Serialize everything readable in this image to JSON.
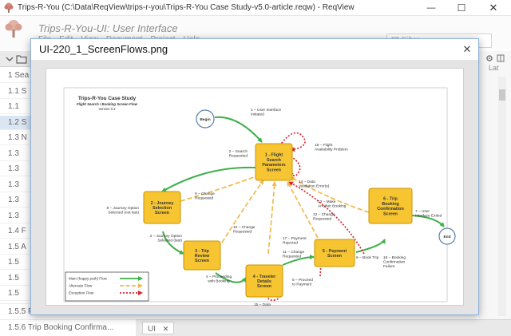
{
  "window": {
    "title": "Trips-R-You (C:\\Data\\ReqView\\trips-r-you\\Trips-R-You Case Study-v5.0-article.reqw) - ReqView",
    "minimize": "—",
    "maximize": "☐",
    "close": "✕"
  },
  "background": {
    "project_title": "Trips-R-You-UI: User Interface",
    "menu": [
      "File",
      "Edit",
      "View",
      "Document",
      "Project",
      "Help"
    ],
    "search_placeholder": "Filter",
    "list_rows": [
      "1 Sea",
      "1.1 S",
      "1.1",
      "1.2 S",
      "1.3 N",
      "1.3",
      "1.3",
      "1.3",
      "1.3",
      "1.3",
      "1.4 F",
      "1.5 A",
      "1.5",
      "1.5",
      "1.5"
    ],
    "bottom_rows": [
      "1.5.5 Payment",
      "1.5.6 Trip Booking Confirma..."
    ],
    "tab_label": "UI",
    "tab_close": "✕",
    "right_label": "Lat"
  },
  "dialog": {
    "title": "UI-220_1_ScreenFlows.png",
    "close": "✕"
  },
  "diagram": {
    "title": "Trips-R-You Case Study",
    "subtitle": "Flight Search / Booking Screen Flow",
    "version": "Version 0.3",
    "begin": "Begin",
    "end": "End",
    "screens": [
      {
        "id": "s1",
        "lines": [
          "1 - Flight",
          "Search",
          "Parameters",
          "Screen"
        ]
      },
      {
        "id": "s2",
        "lines": [
          "2 - Journey",
          "Selection",
          "Screen"
        ]
      },
      {
        "id": "s3",
        "lines": [
          "3 - Trip",
          "Review",
          "Screen"
        ]
      },
      {
        "id": "s4",
        "lines": [
          "4 - Traveler",
          "Details",
          "Screen"
        ]
      },
      {
        "id": "s5",
        "lines": [
          "5 - Payment",
          "Screen"
        ]
      },
      {
        "id": "s6",
        "lines": [
          "6 - Trip",
          "Booking",
          "Confirmation",
          "Screen"
        ]
      }
    ],
    "labels": [
      {
        "id": "l1",
        "lines": [
          "1 – User Interface",
          "Initiated"
        ]
      },
      {
        "id": "l2",
        "lines": [
          "2 – Search",
          "Requested"
        ]
      },
      {
        "id": "l3",
        "lines": [
          "3 – Journey Option",
          "Selected (last)"
        ]
      },
      {
        "id": "l4",
        "lines": [
          "4 – Proceeding",
          "with Booking"
        ]
      },
      {
        "id": "l5",
        "lines": [
          "5 – Proceed",
          "to Payment"
        ]
      },
      {
        "id": "l6",
        "lines": [
          "6 – Book Trip"
        ]
      },
      {
        "id": "l7",
        "lines": [
          "7 – User",
          "Interface Exited"
        ]
      },
      {
        "id": "l8",
        "lines": [
          "8 – Journey Option",
          "Selected (not last)"
        ]
      },
      {
        "id": "l9",
        "lines": [
          "9 – Change",
          "Requested"
        ]
      },
      {
        "id": "l10",
        "lines": [
          "10 – Change",
          "Requested"
        ]
      },
      {
        "id": "l11",
        "lines": [
          "11 – Change",
          "Requested"
        ]
      },
      {
        "id": "l12",
        "lines": [
          "12 – Change",
          "Requested"
        ]
      },
      {
        "id": "l13",
        "lines": [
          "13 – Make",
          "Another Booking"
        ]
      },
      {
        "id": "l14",
        "lines": [
          "14 – Data",
          "Validation Error(s)"
        ]
      },
      {
        "id": "l15",
        "lines": [
          "15 – Data",
          "Validation Error(s)"
        ]
      },
      {
        "id": "l16",
        "lines": [
          "16 – Booking",
          "Confirmation",
          "Failure"
        ]
      },
      {
        "id": "l17",
        "lines": [
          "17 – Payment",
          "Rejected"
        ]
      },
      {
        "id": "l18",
        "lines": [
          "18 – Flight",
          "Availability Problem"
        ]
      }
    ],
    "legend": [
      {
        "label": "Main (happy path) Flow",
        "color": "#3cb04a"
      },
      {
        "label": "Alternate Flow",
        "color": "#f2b84b"
      },
      {
        "label": "Exception Flow",
        "color": "#d9252a"
      }
    ],
    "colors": {
      "screen_fill": "#f7c531",
      "screen_stroke": "#c99400",
      "main": "#3cb04a",
      "alternate": "#f2b84b",
      "exception": "#d9252a",
      "node_stroke": "#5a7fa8"
    }
  }
}
